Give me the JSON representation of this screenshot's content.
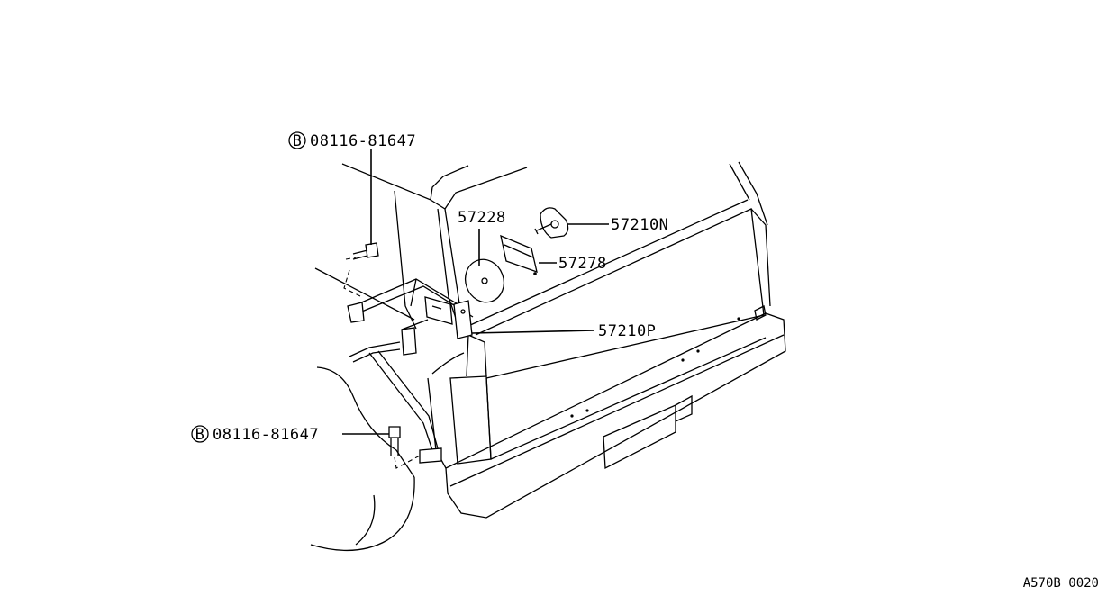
{
  "diagram": {
    "callouts": [
      {
        "id": "bolt-top",
        "prefix": "B",
        "part": "08116-81647"
      },
      {
        "id": "bolt-bottom",
        "prefix": "B",
        "part": "08116-81647"
      },
      {
        "id": "part-57228",
        "part": "57228"
      },
      {
        "id": "part-57210n",
        "part": "57210N"
      },
      {
        "id": "part-57278",
        "part": "57278"
      },
      {
        "id": "part-57210p",
        "part": "57210P"
      }
    ],
    "reference_code": "A570B 0020"
  }
}
